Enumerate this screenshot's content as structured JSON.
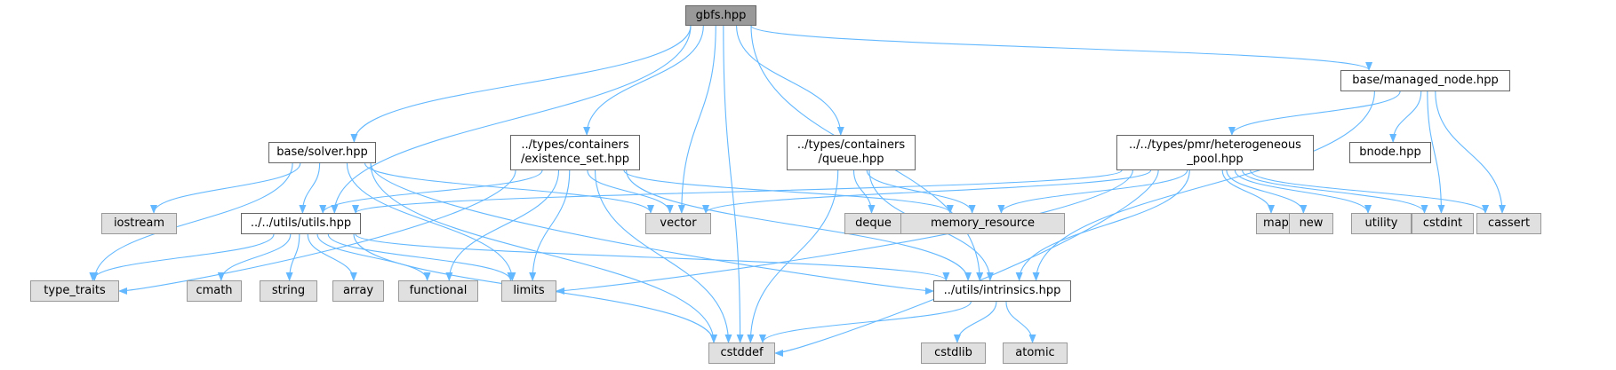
{
  "colors": {
    "edge": "#63b8ff",
    "root_fill": "#999999",
    "system_fill": "#e0e0e0",
    "local_fill": "#ffffff"
  },
  "nodes": [
    {
      "id": "gbfs",
      "lines": [
        "gbfs.hpp"
      ],
      "kind": "root"
    },
    {
      "id": "managed_node",
      "lines": [
        "base/managed_node.hpp"
      ],
      "kind": "local"
    },
    {
      "id": "solver",
      "lines": [
        "base/solver.hpp"
      ],
      "kind": "local"
    },
    {
      "id": "existence_set",
      "lines": [
        "../types/containers",
        "/existence_set.hpp"
      ],
      "kind": "local"
    },
    {
      "id": "queue",
      "lines": [
        "../types/containers",
        "/queue.hpp"
      ],
      "kind": "local"
    },
    {
      "id": "heterogeneous_pool",
      "lines": [
        "../../types/pmr/heterogeneous",
        "_pool.hpp"
      ],
      "kind": "local"
    },
    {
      "id": "bnode",
      "lines": [
        "bnode.hpp"
      ],
      "kind": "local"
    },
    {
      "id": "utils",
      "lines": [
        "../../utils/utils.hpp"
      ],
      "kind": "local"
    },
    {
      "id": "intrinsics",
      "lines": [
        "../utils/intrinsics.hpp"
      ],
      "kind": "local"
    },
    {
      "id": "iostream",
      "lines": [
        "iostream"
      ],
      "kind": "system"
    },
    {
      "id": "vector",
      "lines": [
        "vector"
      ],
      "kind": "system"
    },
    {
      "id": "deque",
      "lines": [
        "deque"
      ],
      "kind": "system"
    },
    {
      "id": "memory_resource",
      "lines": [
        "memory_resource"
      ],
      "kind": "system"
    },
    {
      "id": "map",
      "lines": [
        "map"
      ],
      "kind": "system"
    },
    {
      "id": "new",
      "lines": [
        "new"
      ],
      "kind": "system"
    },
    {
      "id": "utility",
      "lines": [
        "utility"
      ],
      "kind": "system"
    },
    {
      "id": "cstdint",
      "lines": [
        "cstdint"
      ],
      "kind": "system"
    },
    {
      "id": "cassert",
      "lines": [
        "cassert"
      ],
      "kind": "system"
    },
    {
      "id": "type_traits",
      "lines": [
        "type_traits"
      ],
      "kind": "system"
    },
    {
      "id": "cmath",
      "lines": [
        "cmath"
      ],
      "kind": "system"
    },
    {
      "id": "string",
      "lines": [
        "string"
      ],
      "kind": "system"
    },
    {
      "id": "array",
      "lines": [
        "array"
      ],
      "kind": "system"
    },
    {
      "id": "functional",
      "lines": [
        "functional"
      ],
      "kind": "system"
    },
    {
      "id": "limits",
      "lines": [
        "limits"
      ],
      "kind": "system"
    },
    {
      "id": "cstddef",
      "lines": [
        "cstddef"
      ],
      "kind": "system"
    },
    {
      "id": "cstdlib",
      "lines": [
        "cstdlib"
      ],
      "kind": "system"
    },
    {
      "id": "atomic",
      "lines": [
        "atomic"
      ],
      "kind": "system"
    }
  ],
  "edges": [
    [
      "gbfs",
      "solver"
    ],
    [
      "gbfs",
      "utils"
    ],
    [
      "gbfs",
      "existence_set"
    ],
    [
      "gbfs",
      "vector"
    ],
    [
      "gbfs",
      "cstddef"
    ],
    [
      "gbfs",
      "queue"
    ],
    [
      "gbfs",
      "managed_node"
    ],
    [
      "gbfs",
      "intrinsics"
    ],
    [
      "managed_node",
      "heterogeneous_pool"
    ],
    [
      "managed_node",
      "bnode"
    ],
    [
      "managed_node",
      "cstdint"
    ],
    [
      "managed_node",
      "cassert"
    ],
    [
      "managed_node",
      "intrinsics"
    ],
    [
      "solver",
      "iostream"
    ],
    [
      "solver",
      "type_traits"
    ],
    [
      "solver",
      "utils"
    ],
    [
      "solver",
      "vector"
    ],
    [
      "solver",
      "limits"
    ],
    [
      "solver",
      "intrinsics"
    ],
    [
      "solver",
      "cstddef"
    ],
    [
      "existence_set",
      "type_traits"
    ],
    [
      "existence_set",
      "utils"
    ],
    [
      "existence_set",
      "vector"
    ],
    [
      "existence_set",
      "memory_resource"
    ],
    [
      "existence_set",
      "functional"
    ],
    [
      "existence_set",
      "limits"
    ],
    [
      "existence_set",
      "intrinsics"
    ],
    [
      "existence_set",
      "cstddef"
    ],
    [
      "queue",
      "deque"
    ],
    [
      "queue",
      "memory_resource"
    ],
    [
      "queue",
      "intrinsics"
    ],
    [
      "queue",
      "cstddef"
    ],
    [
      "heterogeneous_pool",
      "utils"
    ],
    [
      "heterogeneous_pool",
      "vector"
    ],
    [
      "heterogeneous_pool",
      "memory_resource"
    ],
    [
      "heterogeneous_pool",
      "map"
    ],
    [
      "heterogeneous_pool",
      "new"
    ],
    [
      "heterogeneous_pool",
      "utility"
    ],
    [
      "heterogeneous_pool",
      "cstdint"
    ],
    [
      "heterogeneous_pool",
      "cassert"
    ],
    [
      "heterogeneous_pool",
      "limits"
    ],
    [
      "heterogeneous_pool",
      "intrinsics"
    ],
    [
      "heterogeneous_pool",
      "cstddef"
    ],
    [
      "utils",
      "type_traits"
    ],
    [
      "utils",
      "cmath"
    ],
    [
      "utils",
      "string"
    ],
    [
      "utils",
      "array"
    ],
    [
      "utils",
      "functional"
    ],
    [
      "utils",
      "limits"
    ],
    [
      "utils",
      "intrinsics"
    ],
    [
      "utils",
      "cstddef"
    ],
    [
      "intrinsics",
      "cstddef"
    ],
    [
      "intrinsics",
      "cstdlib"
    ],
    [
      "intrinsics",
      "atomic"
    ]
  ]
}
